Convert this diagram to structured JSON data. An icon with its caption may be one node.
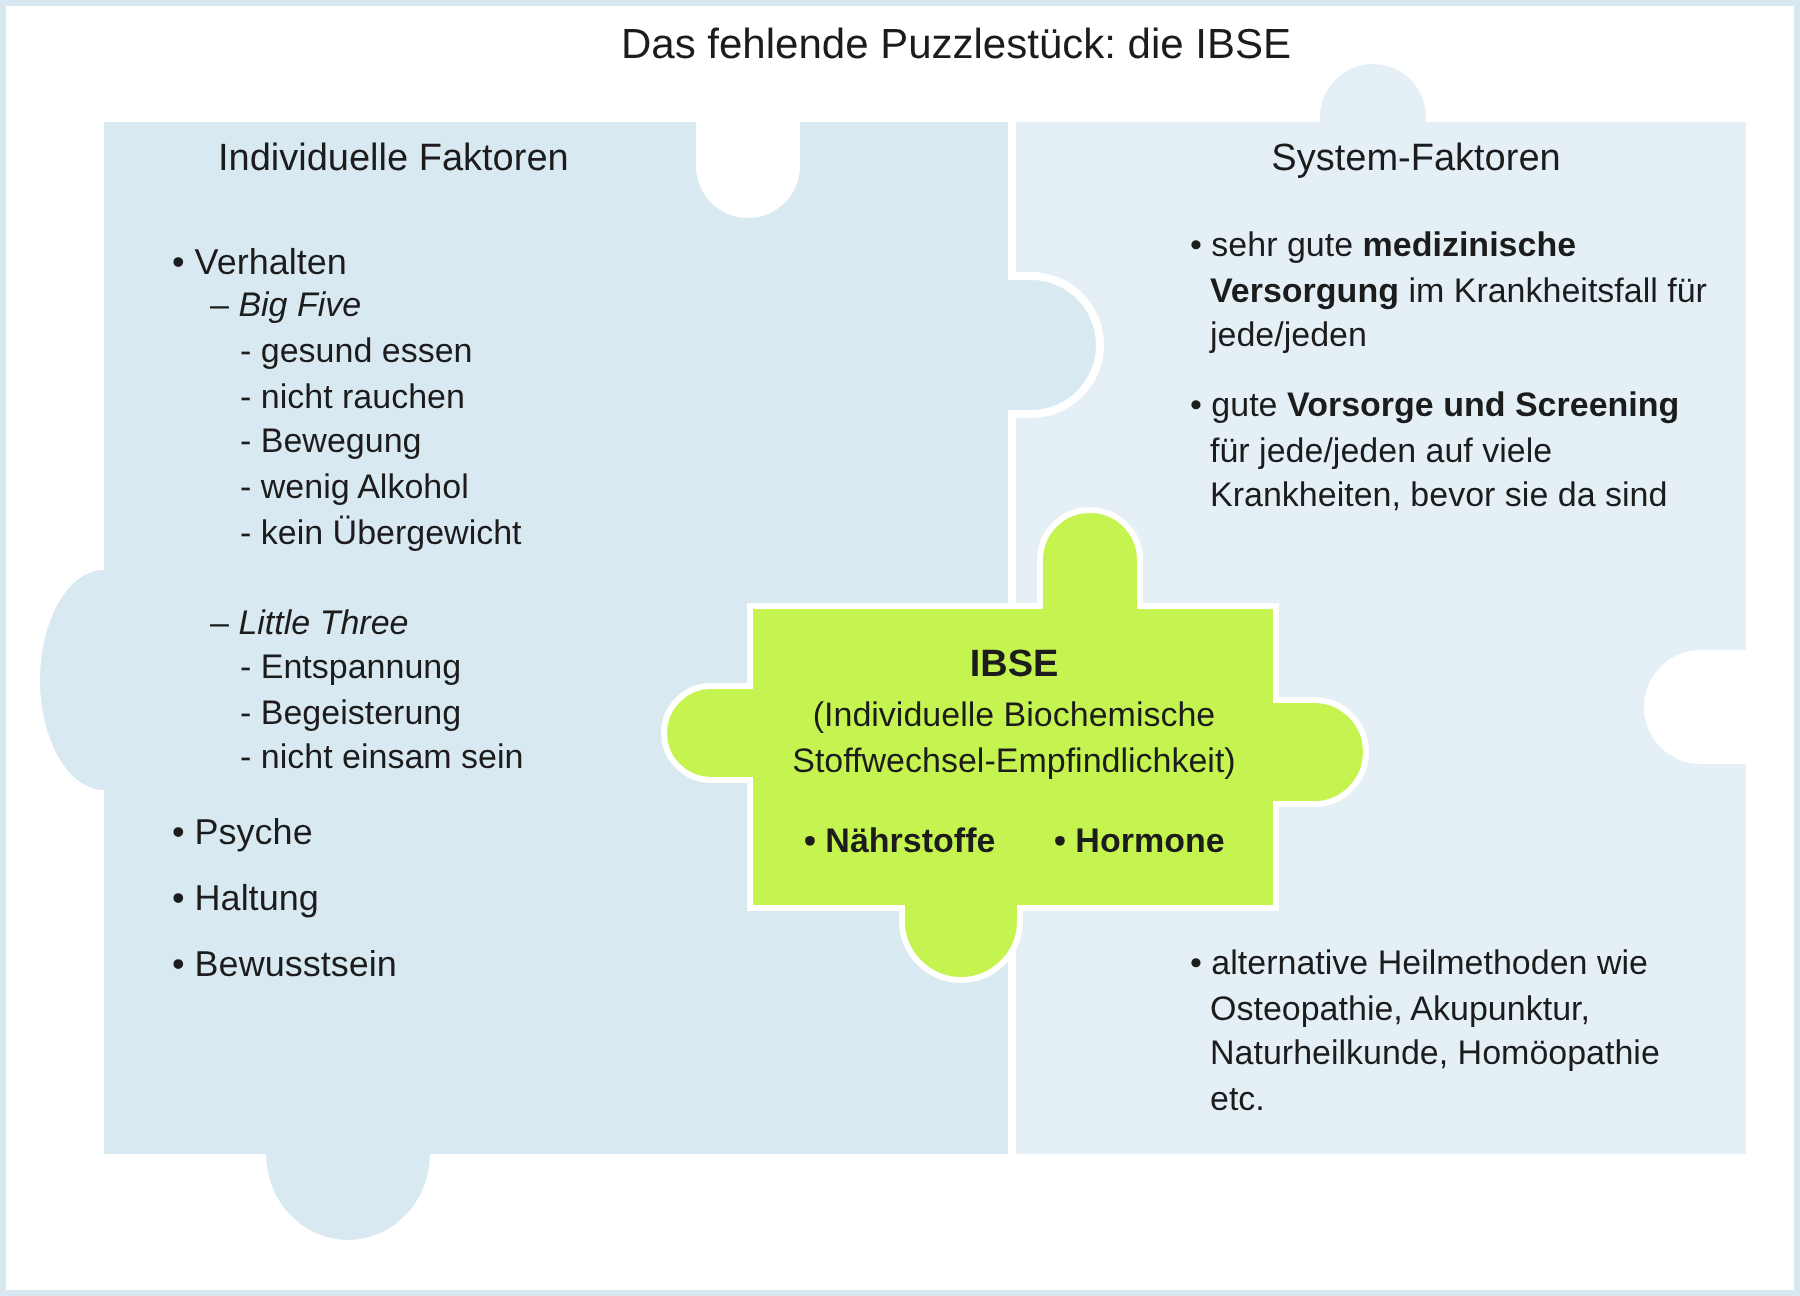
{
  "diagram": {
    "title": "Das fehlende Puzzlestück: die IBSE",
    "nodes": [
      {
        "text": [
          "Individuelle Faktoren",
          "• Verhalten",
          "– *Big Five*",
          "- gesund essen",
          "- nicht rauchen",
          "- Bewegung",
          "- wenig Alkohol",
          "- kein Übergewicht",
          "– *Little Three*",
          "- Entspannung",
          "- Begeisterung",
          "- nicht einsam sein",
          "• Psyche",
          "• Haltung",
          "• Bewusstsein"
        ]
      },
      {
        "text": [
          "System-Faktoren",
          "• sehr gute **medizinische Versorgung** im Krankheitsfall für jede/jeden",
          "• gute **Vorsorge und Screening** für jede/jeden auf viele Krankheiten, bevor sie da sind",
          "• alternative Heilmethoden wie Osteopathie, Akupunktur, Naturheilkunde, Homöopathie etc."
        ]
      },
      {
        "text": [
          "IBSE",
          "(Individuelle Biochemische Stoffwechsel-Empfindlichkeit)",
          "• Nährstoffe",
          "• Hormone"
        ]
      }
    ]
  }
}
